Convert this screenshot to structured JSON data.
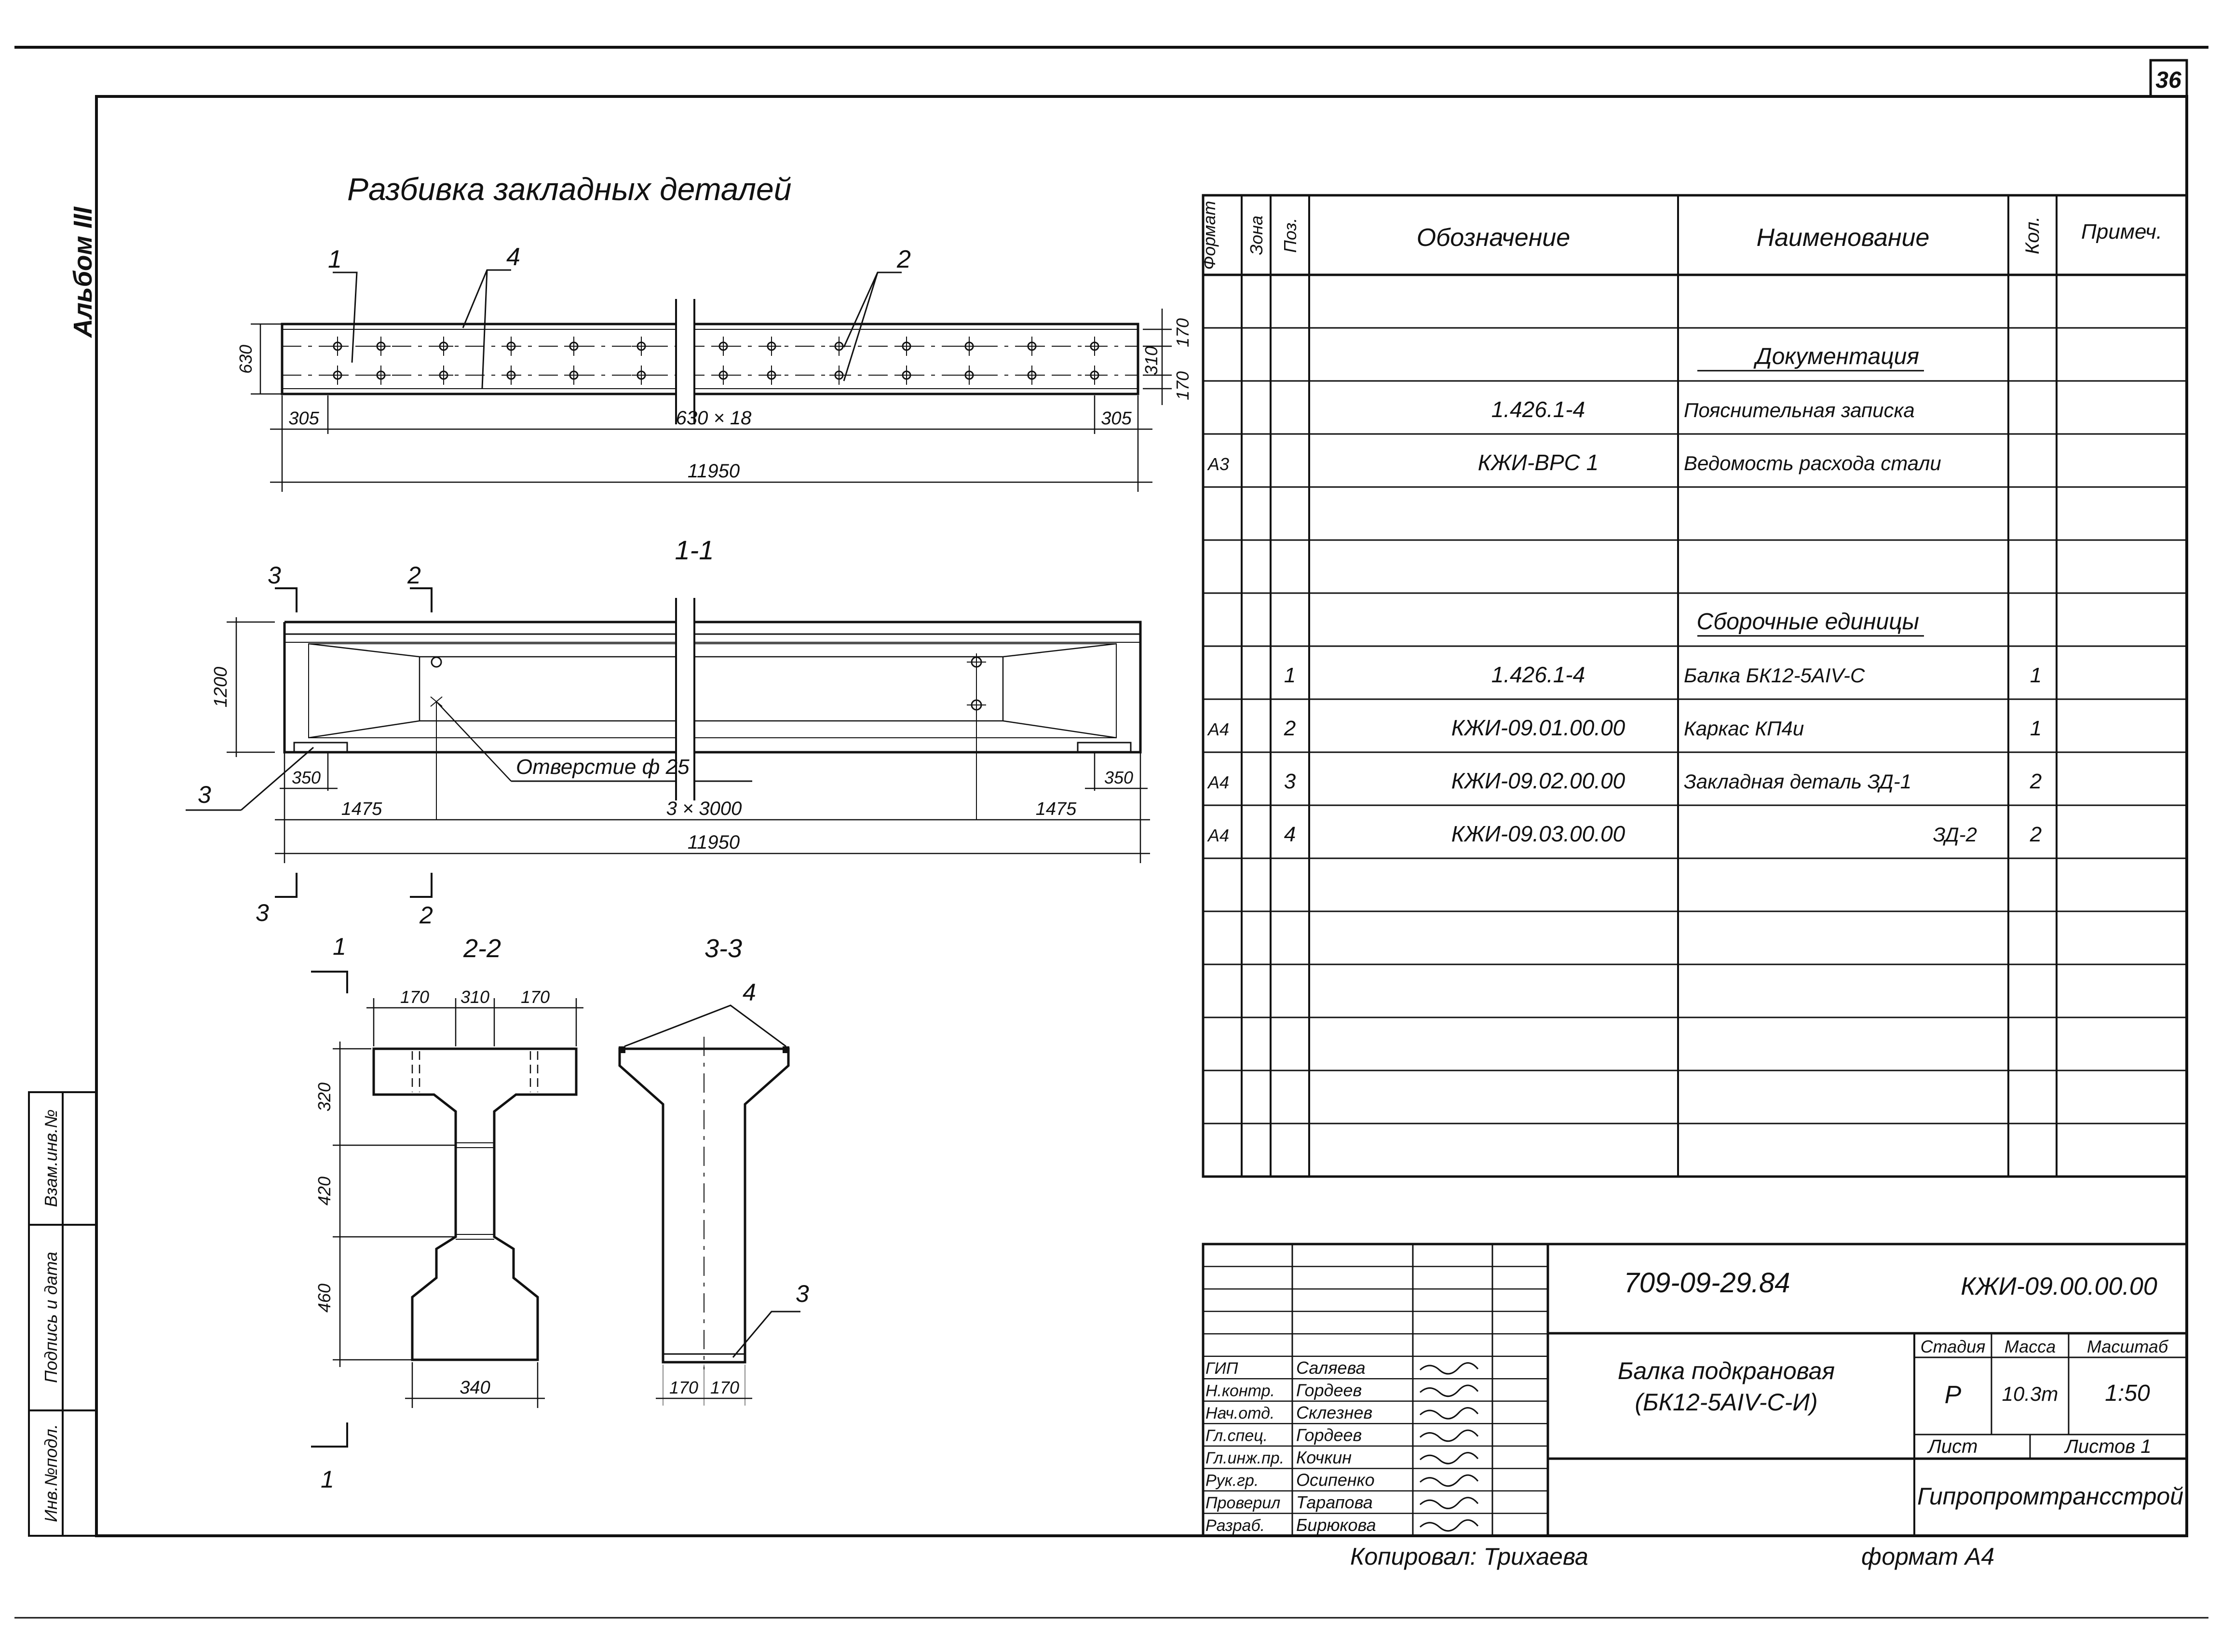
{
  "page": {
    "sheet_number": "36",
    "album_label": "Альбом III",
    "copied_by": "Копировал: Трихаева",
    "format_label": "формат А4"
  },
  "side_stamp": {
    "cells": [
      "Инв.№подл.",
      "Подпись и дата",
      "Взам.инв.№"
    ]
  },
  "drawings": {
    "title": "Разбивка закладных деталей",
    "plan": {
      "callouts": [
        "1",
        "4",
        "2"
      ],
      "dim_left": "630",
      "dim_right_top": "170",
      "dim_right_mid": "310",
      "dim_right_bot": "170",
      "dim_a": "305",
      "dim_mid": "630 × 18",
      "dim_b": "305",
      "dim_total": "11950"
    },
    "elevation": {
      "label": "1-1",
      "cut3_top": "3",
      "cut2_top": "2",
      "cut3_bot": "3",
      "cut2_bot": "2",
      "height": "1200",
      "callout3": "3",
      "hole_label": "Отверстие ф 25",
      "dim_350_left": "350",
      "dim_350_right": "350",
      "dim_1475_left": "1475",
      "dim_3000": "3 × 3000",
      "dim_1475_right": "1475",
      "dim_total": "11950"
    },
    "section22": {
      "label": "2-2",
      "cut1_top": "1",
      "cut1_bot": "1",
      "dim_170a": "170",
      "dim_310": "310",
      "dim_170b": "170",
      "dim_320": "320",
      "dim_420": "420",
      "dim_460": "460",
      "dim_340": "340"
    },
    "section33": {
      "label": "3-3",
      "callout4": "4",
      "callout3": "3",
      "dim_170a": "170",
      "dim_170b": "170"
    }
  },
  "spec": {
    "headers": {
      "format": "Формат",
      "zone": "Зона",
      "pos": "Поз.",
      "designation": "Обозначение",
      "name": "Наименование",
      "qty": "Кол.",
      "note": "Примеч."
    },
    "rows": [
      {
        "format": "",
        "pos": "",
        "designation": "",
        "name": "",
        "qty": ""
      },
      {
        "format": "",
        "pos": "",
        "designation": "",
        "name": "Документация",
        "qty": ""
      },
      {
        "format": "",
        "pos": "",
        "designation": "1.426.1-4",
        "name": "Пояснительная записка",
        "qty": ""
      },
      {
        "format": "А3",
        "pos": "",
        "designation": "КЖИ-ВРС 1",
        "name": "Ведомость расхода стали",
        "qty": ""
      },
      {
        "format": "",
        "pos": "",
        "designation": "",
        "name": "",
        "qty": ""
      },
      {
        "format": "",
        "pos": "",
        "designation": "",
        "name": "",
        "qty": ""
      },
      {
        "format": "",
        "pos": "",
        "designation": "",
        "name": "Сборочные единицы",
        "qty": ""
      },
      {
        "format": "",
        "pos": "1",
        "designation": "1.426.1-4",
        "name": "Балка БК12-5АIV-С",
        "qty": "1"
      },
      {
        "format": "А4",
        "pos": "2",
        "designation": "КЖИ-09.01.00.00",
        "name": "Каркас КП4и",
        "qty": "1"
      },
      {
        "format": "А4",
        "pos": "3",
        "designation": "КЖИ-09.02.00.00",
        "name": "Закладная деталь ЗД-1",
        "qty": "2"
      },
      {
        "format": "А4",
        "pos": "4",
        "designation": "КЖИ-09.03.00.00",
        "name": "ЗД-2",
        "qty": "2"
      },
      {
        "format": "",
        "pos": "",
        "designation": "",
        "name": "",
        "qty": ""
      },
      {
        "format": "",
        "pos": "",
        "designation": "",
        "name": "",
        "qty": ""
      },
      {
        "format": "",
        "pos": "",
        "designation": "",
        "name": "",
        "qty": ""
      },
      {
        "format": "",
        "pos": "",
        "designation": "",
        "name": "",
        "qty": ""
      },
      {
        "format": "",
        "pos": "",
        "designation": "",
        "name": "",
        "qty": ""
      },
      {
        "format": "",
        "pos": "",
        "designation": "",
        "name": "",
        "qty": ""
      }
    ]
  },
  "title_block": {
    "project_code": "709-09-29.84",
    "doc_code": "КЖИ-09.00.00.00",
    "title_line1": "Балка подкрановая",
    "title_line2": "(БК12-5АIV-С-И)",
    "stage_label": "Стадия",
    "mass_label": "Масса",
    "scale_label": "Масштаб",
    "stage": "Р",
    "mass": "10.3т",
    "scale": "1:50",
    "sheet_label": "Лист",
    "sheets_label": "Листов 1",
    "organization": "Гипропромтрансстрой",
    "signatures": [
      {
        "role": "ГИП",
        "name": "Саляева"
      },
      {
        "role": "Н.контр.",
        "name": "Гордеев"
      },
      {
        "role": "Нач.отд.",
        "name": "Склезнев"
      },
      {
        "role": "Гл.спец.",
        "name": "Гордеев"
      },
      {
        "role": "Гл.инж.пр.",
        "name": "Кочкин"
      },
      {
        "role": "Рук.гр.",
        "name": "Осипенко"
      },
      {
        "role": "Проверил",
        "name": "Тарапова"
      },
      {
        "role": "Разраб.",
        "name": "Бирюкова"
      }
    ]
  }
}
